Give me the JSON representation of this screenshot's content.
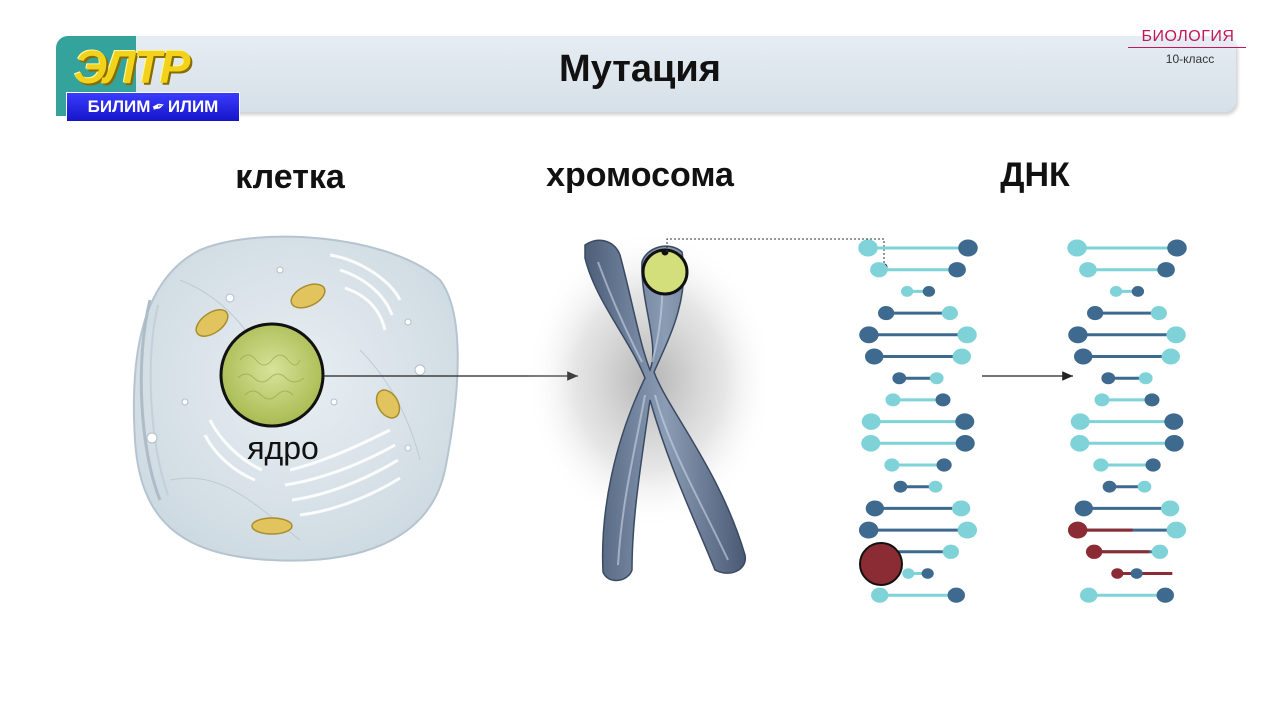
{
  "header": {
    "title": "Мутация",
    "logo_mark": "ЭЛТР",
    "logo_left": "БИЛИМ",
    "logo_right": "ИЛИМ",
    "subject": "БИОЛОГИЯ",
    "grade": "10-класс"
  },
  "diagram": {
    "label_cell": "клетка",
    "label_chromosome": "хромосома",
    "label_dna": "ДНК",
    "label_nucleus": "ядро"
  },
  "colors": {
    "banner": "#dde6ed",
    "nucleus": "#c9d77a",
    "mutation": "#8b2c35",
    "dna_dark": "#3e6a8f",
    "dna_light": "#7fd3d8",
    "subject": "#c2185b"
  }
}
